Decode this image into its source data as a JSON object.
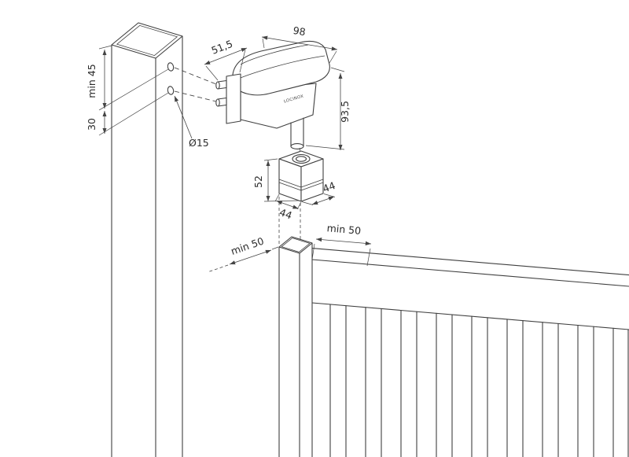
{
  "colors": {
    "background": "#ffffff",
    "line": "#3f3f3f",
    "dimension": "#444444",
    "text": "#2b2b2b"
  },
  "labels": {
    "post_top_to_hole": "min 45",
    "hole_spacing": "30",
    "hole_diameter": "Ø15",
    "latch_depth": "51,5",
    "latch_width": "98",
    "latch_height": "93,5",
    "keeper_height": "52",
    "keeper_width": "44",
    "keeper_depth": "44",
    "gap_post_to_gate": "min 50",
    "gap_stile_to_bar": "min 50",
    "brand_marking": "LOCINOX"
  }
}
